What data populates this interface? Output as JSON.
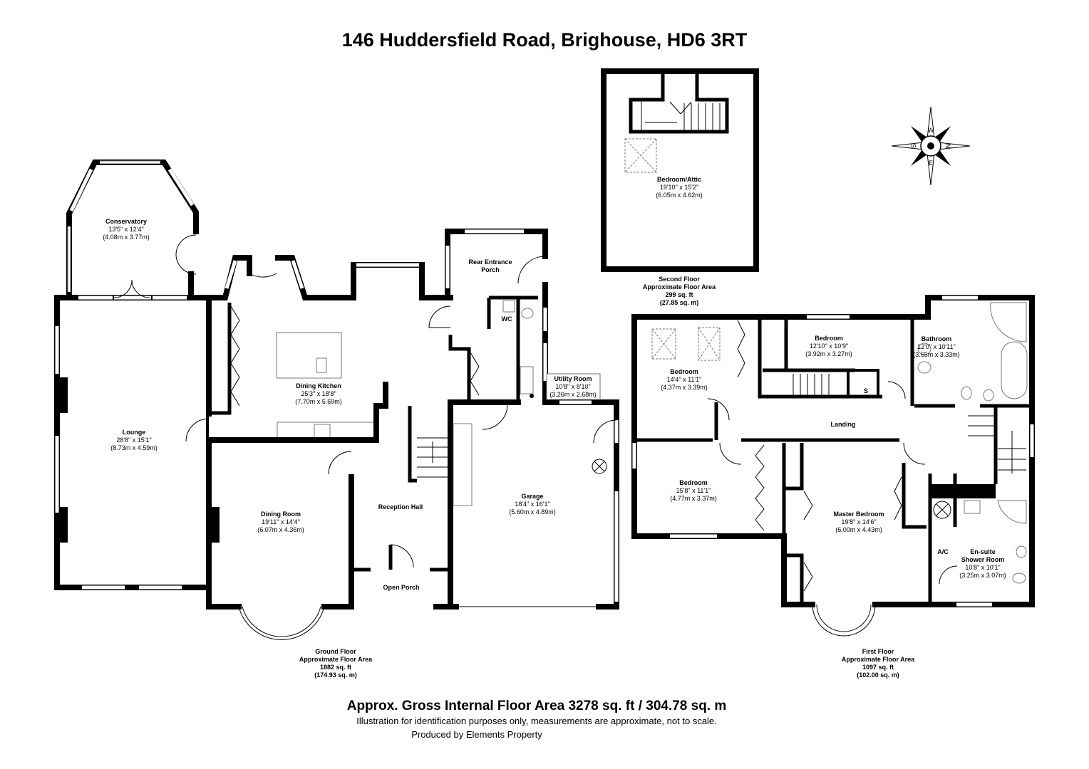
{
  "title": "146 Huddersfield Road, Brighouse, HD6 3RT",
  "ground_floor": {
    "rooms": [
      {
        "name": "Conservatory",
        "imperial": "13'5\" x 12'4\"",
        "metric": "(4.08m x 3.77m)"
      },
      {
        "name": "Lounge",
        "imperial": "28'8\" x 15'1\"",
        "metric": "(8.73m x 4.59m)"
      },
      {
        "name": "Dining Kitchen",
        "imperial": "25'3\" x 18'8\"",
        "metric": "(7.70m x 5.69m)"
      },
      {
        "name": "Utility Room",
        "imperial": "10'8\" x 8'10\"",
        "metric": "(3.26m x 2.68m)"
      },
      {
        "name": "Garage",
        "imperial": "18'4\" x 16'1\"",
        "metric": "(5.60m x 4.89m)"
      },
      {
        "name": "Dining Room",
        "imperial": "19'11\" x 14'4\"",
        "metric": "(6.07m x 4.36m)"
      }
    ],
    "rear_porch": [
      "Rear Entrance",
      "Porch"
    ],
    "wc": "WC",
    "reception_hall": "Reception Hall",
    "open_porch": "Open Porch",
    "area": [
      "Ground Floor",
      "Approximate Floor Area",
      "1882 sq. ft",
      "(174.93 sq. m)"
    ]
  },
  "second_floor": {
    "rooms": [
      {
        "name": "Bedroom/Attic",
        "imperial": "19'10\" x 15'2\"",
        "metric": "(6.05m x 4.62m)"
      }
    ],
    "area": [
      "Second Floor",
      "Approximate Floor Area",
      "299 sq. ft",
      "(27.85 sq. m)"
    ]
  },
  "first_floor": {
    "rooms": [
      {
        "name": "Bedroom",
        "imperial": "14'4\" x 11'1\"",
        "metric": "(4.37m x 3.39m)"
      },
      {
        "name": "Bedroom",
        "imperial": "12'10\" x 10'9\"",
        "metric": "(3.92m x 3.27m)"
      },
      {
        "name": "Bathroom",
        "imperial": "12'0\" x 10'11\"",
        "metric": "(3.65m x 3.33m)"
      },
      {
        "name": "Bedroom",
        "imperial": "15'8\" x 11'1\"",
        "metric": "(4.77m x 3.37m)"
      },
      {
        "name": "Master Bedroom",
        "imperial": "19'8\" x 14'6\"",
        "metric": "(6.00m x 4.43m)"
      }
    ],
    "ensuite": [
      "En-suite",
      "Shower Room",
      "10'8\" x 10'1\"",
      "(3.25m x 3.07m)"
    ],
    "store": "S",
    "landing": "Landing",
    "airing_cupboard": "A/C",
    "area": [
      "First Floor",
      "Approximate Floor Area",
      "1097 sq. ft",
      "(102.00 sq. m)"
    ]
  },
  "compass": {
    "w": "W",
    "n": "N",
    "e": "E",
    "s": "S"
  },
  "footer": {
    "gross_area": "Approx. Gross Internal Floor Area 3278 sq. ft / 304.78 sq. m",
    "disclaimer": "Illustration for identification purposes only, measurements are approximate, not to scale.",
    "producer": "Produced by Elements Property"
  }
}
